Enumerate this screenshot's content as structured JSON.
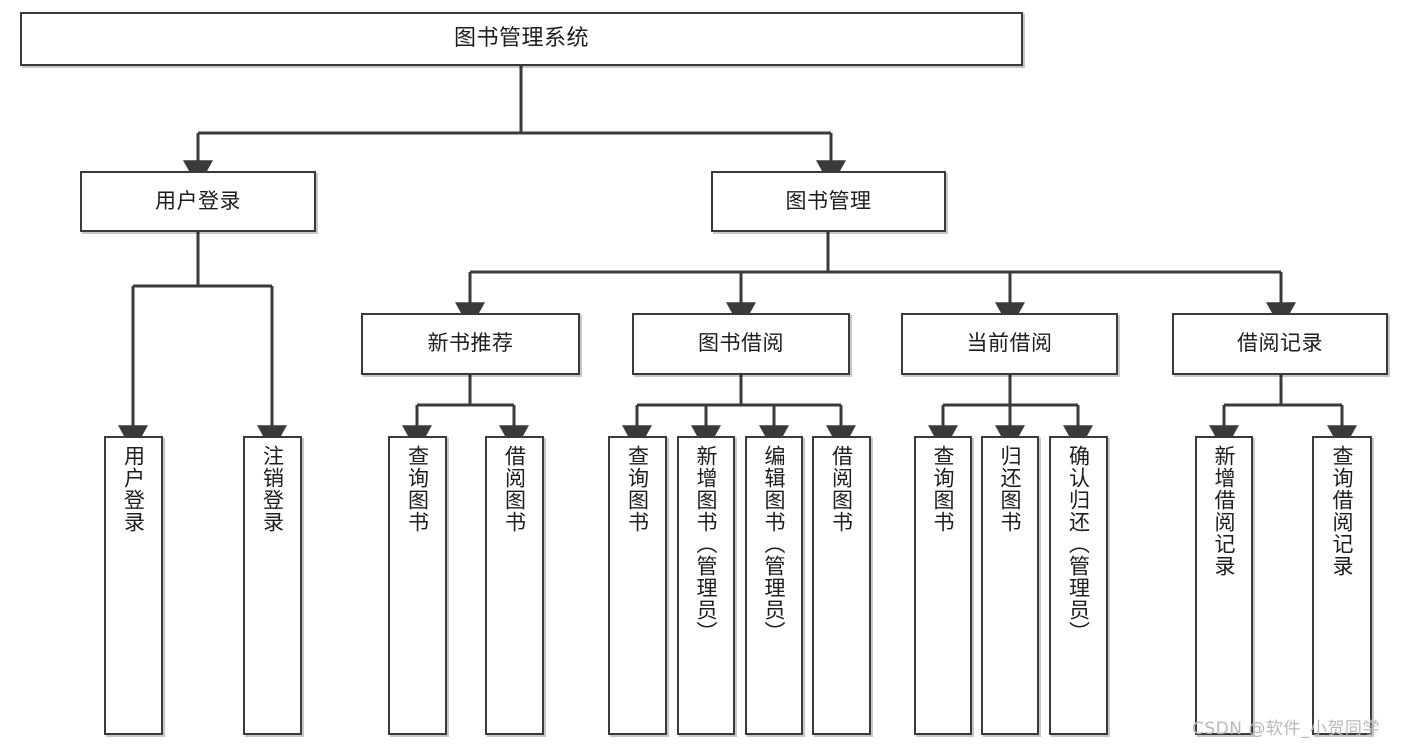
{
  "diagram": {
    "type": "tree",
    "title": "图书管理系统",
    "watermark": "CSDN @软件_小贺同学",
    "colors": {
      "stroke": "#3a3a3a",
      "fill": "#ffffff",
      "text": "#1d1d1d",
      "watermark": "#b9b9b9"
    },
    "nodes": {
      "root": {
        "label": "图书管理系统",
        "level": 0
      },
      "l1_a": {
        "label": "用户登录",
        "level": 1
      },
      "l1_b": {
        "label": "图书管理",
        "level": 1
      },
      "l2_a": {
        "label": "新书推荐",
        "level": 2
      },
      "l2_b": {
        "label": "图书借阅",
        "level": 2
      },
      "l2_c": {
        "label": "当前借阅",
        "level": 2
      },
      "l2_d": {
        "label": "借阅记录",
        "level": 2
      },
      "leaf_01": {
        "label": "用户登录",
        "level": 3
      },
      "leaf_02": {
        "label": "注销登录",
        "level": 3
      },
      "leaf_03": {
        "label": "查询图书",
        "level": 3
      },
      "leaf_04": {
        "label": "借阅图书",
        "level": 3
      },
      "leaf_05": {
        "label": "查询图书",
        "level": 3
      },
      "leaf_06": {
        "label": "新增图书（管理员）",
        "level": 3
      },
      "leaf_07": {
        "label": "编辑图书（管理员）",
        "level": 3
      },
      "leaf_08": {
        "label": "借阅图书",
        "level": 3
      },
      "leaf_09": {
        "label": "查询图书",
        "level": 3
      },
      "leaf_10": {
        "label": "归还图书",
        "level": 3
      },
      "leaf_11": {
        "label": "确认归还（管理员）",
        "level": 3
      },
      "leaf_12": {
        "label": "新增借阅记录",
        "level": 3
      },
      "leaf_13": {
        "label": "查询借阅记录",
        "level": 3
      }
    },
    "edges": [
      {
        "from": "root",
        "to": "l1_a"
      },
      {
        "from": "root",
        "to": "l1_b"
      },
      {
        "from": "l1_a",
        "to": "leaf_01"
      },
      {
        "from": "l1_a",
        "to": "leaf_02"
      },
      {
        "from": "l1_b",
        "to": "l2_a"
      },
      {
        "from": "l1_b",
        "to": "l2_b"
      },
      {
        "from": "l1_b",
        "to": "l2_c"
      },
      {
        "from": "l1_b",
        "to": "l2_d"
      },
      {
        "from": "l2_a",
        "to": "leaf_03"
      },
      {
        "from": "l2_a",
        "to": "leaf_04"
      },
      {
        "from": "l2_b",
        "to": "leaf_05"
      },
      {
        "from": "l2_b",
        "to": "leaf_06"
      },
      {
        "from": "l2_b",
        "to": "leaf_07"
      },
      {
        "from": "l2_b",
        "to": "leaf_08"
      },
      {
        "from": "l2_c",
        "to": "leaf_09"
      },
      {
        "from": "l2_c",
        "to": "leaf_10"
      },
      {
        "from": "l2_c",
        "to": "leaf_11"
      },
      {
        "from": "l2_d",
        "to": "leaf_12"
      },
      {
        "from": "l2_d",
        "to": "leaf_13"
      }
    ]
  }
}
